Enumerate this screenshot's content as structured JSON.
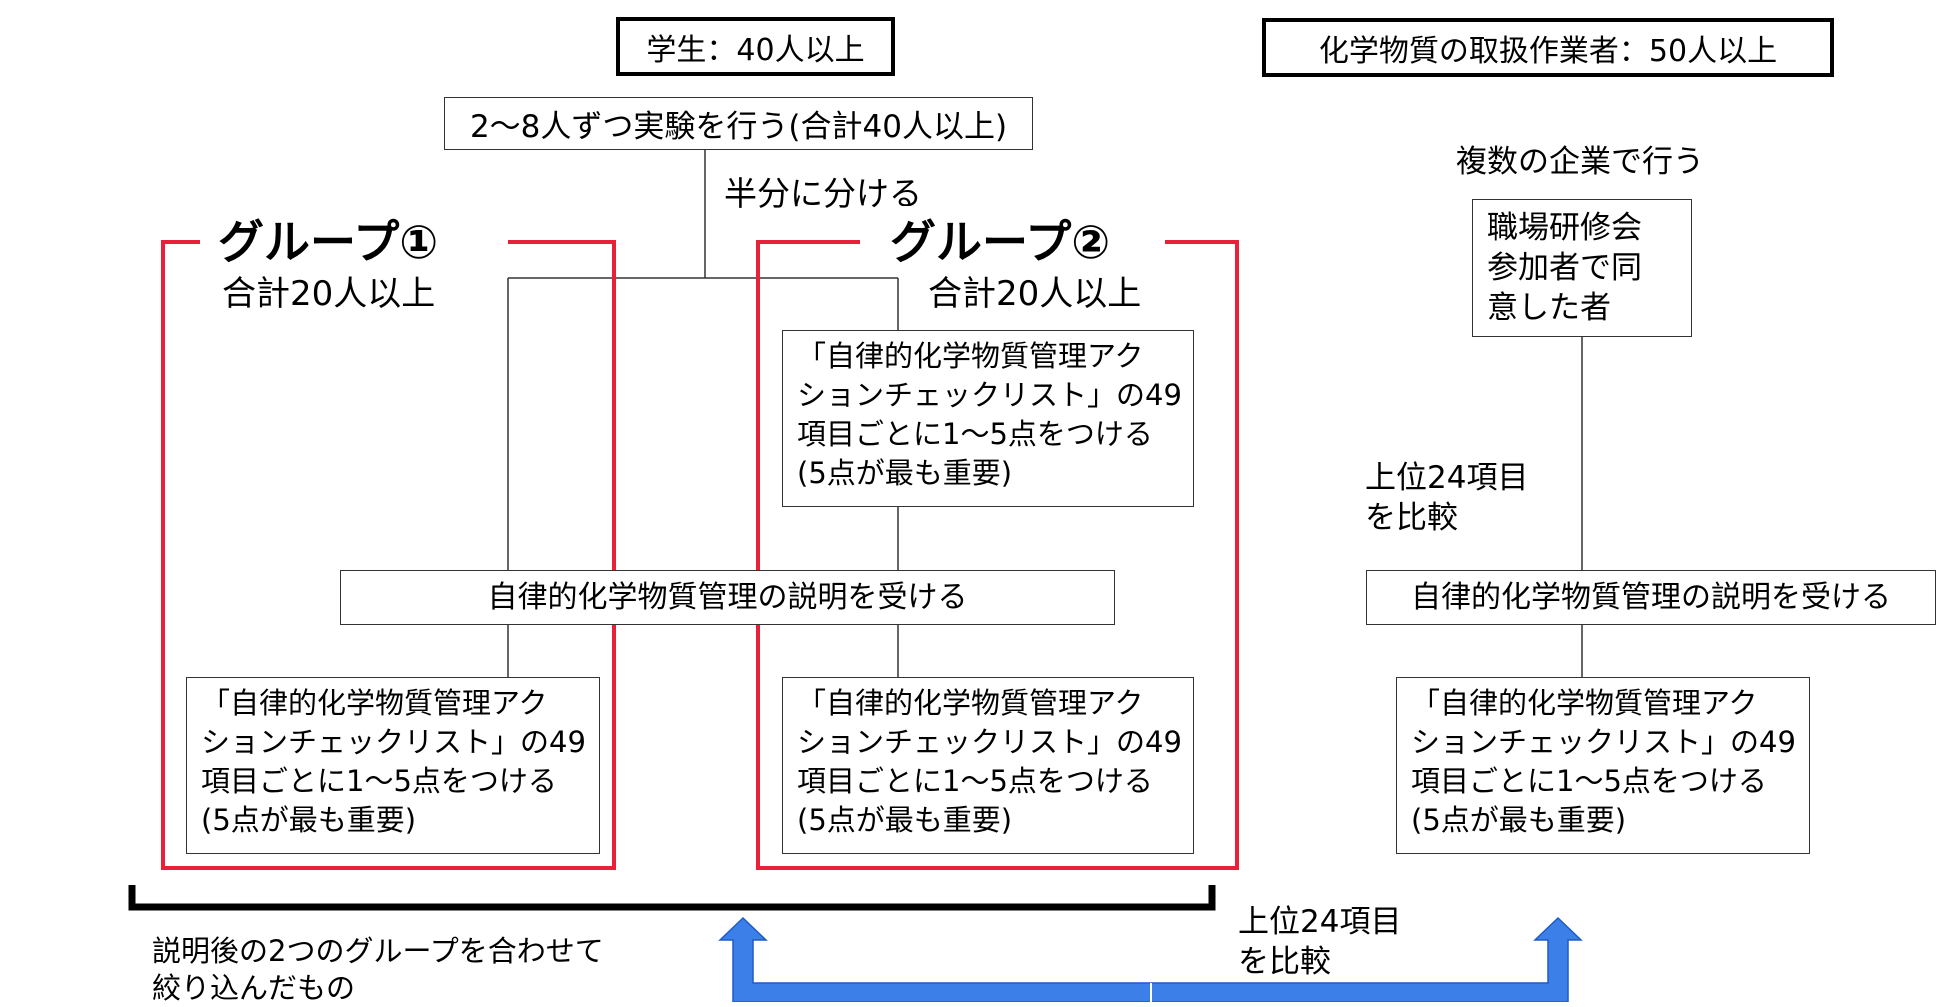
{
  "header_students": "学生：40人以上",
  "header_workers": "化学物質の取扱作業者：50人以上",
  "experiment_box": "2〜8人ずつ実験を行う(合計40人以上)",
  "split_label": "半分に分ける",
  "group1": {
    "title": "グループ①",
    "subtitle": "合計20人以上"
  },
  "group2": {
    "title": "グループ②",
    "subtitle": "合計20人以上"
  },
  "explanation_box": "自律的化学物質管理の説明を受ける",
  "explanation_box_right": "自律的化学物質管理の説明を受ける",
  "checklist_lines": [
    "「自律的化学物質管理アク",
    "ションチェックリスト」の49",
    "項目ごとに1〜5点をつける",
    "(5点が最も重要)"
  ],
  "multi_company_label": "複数の企業で行う",
  "workplace_box_lines": [
    "職場研修会",
    "参加者で同",
    "意した者"
  ],
  "compare_label_right_lines": [
    "上位24項目",
    "を比較"
  ],
  "compare_label_bottom_lines": [
    "上位24項目",
    "を比較"
  ],
  "merged_label_lines": [
    "説明後の2つのグループを合わせて",
    "絞り込んだもの"
  ],
  "colors": {
    "group_border": "#e8203a",
    "arrow": "#3d7fe8",
    "arrow_outline": "#1e5bc6",
    "line": "#333333"
  }
}
